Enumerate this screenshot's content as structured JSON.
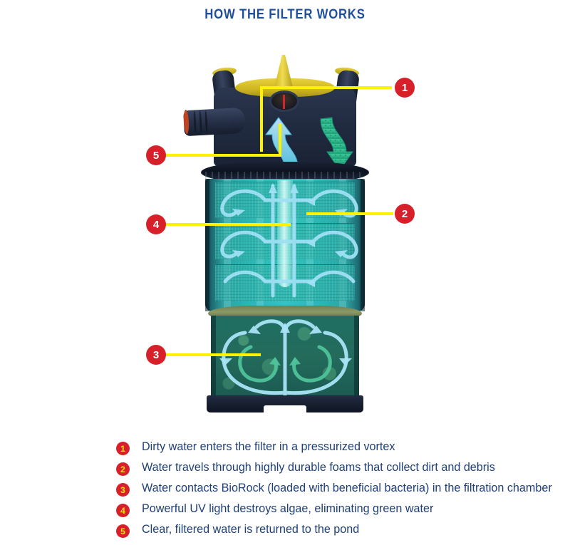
{
  "page": {
    "title": "HOW THE FILTER WORKS",
    "background_color": "#FFFFFF"
  },
  "colors": {
    "title_blue": "#1F4E9C",
    "legend_text_blue": "#1F3F77",
    "callout_red": "#D8202A",
    "callout_number_white": "#FFFFFF",
    "legend_number_yellow": "#F2E400",
    "leader_line_yellow": "#FFF200",
    "housing_navy": "#1A2335",
    "handle_yellow": "#CDB520",
    "foam_teal": "#2BB4B2",
    "biorock_green": "#246B5C",
    "clean_water_cyan": "#8FD9F2",
    "dirty_water_green": "#2FBE8E"
  },
  "diagram": {
    "name": "pressurized-pond-filter-cutaway",
    "parts": {
      "head": "filter-head-housing",
      "handle": "yellow-selector-handle",
      "outlet_pipe": "outlet-hose-barb",
      "inlet_port": "inlet-port",
      "clamp_ring": "clamp-ring",
      "foam_chamber": "foam-filtration-chamber",
      "uv_tube": "uv-lamp-tube",
      "bio_chamber": "biorock-filtration-chamber",
      "base": "filter-base"
    },
    "callouts": [
      {
        "number": "1",
        "name": "callout-1-inlet"
      },
      {
        "number": "2",
        "name": "callout-2-foams"
      },
      {
        "number": "3",
        "name": "callout-3-biorock"
      },
      {
        "number": "4",
        "name": "callout-4-uv"
      },
      {
        "number": "5",
        "name": "callout-5-outlet"
      }
    ]
  },
  "legend": {
    "items": [
      {
        "number": "1",
        "text": "Dirty water enters the filter in a pressurized vortex"
      },
      {
        "number": "2",
        "text": "Water travels through highly durable foams that collect dirt and debris"
      },
      {
        "number": "3",
        "text": "Water contacts BioRock (loaded with beneficial bacteria) in the filtration chamber"
      },
      {
        "number": "4",
        "text": "Powerful UV light destroys algae, eliminating green water"
      },
      {
        "number": "5",
        "text": "Clear, filtered water is returned to the pond"
      }
    ]
  }
}
